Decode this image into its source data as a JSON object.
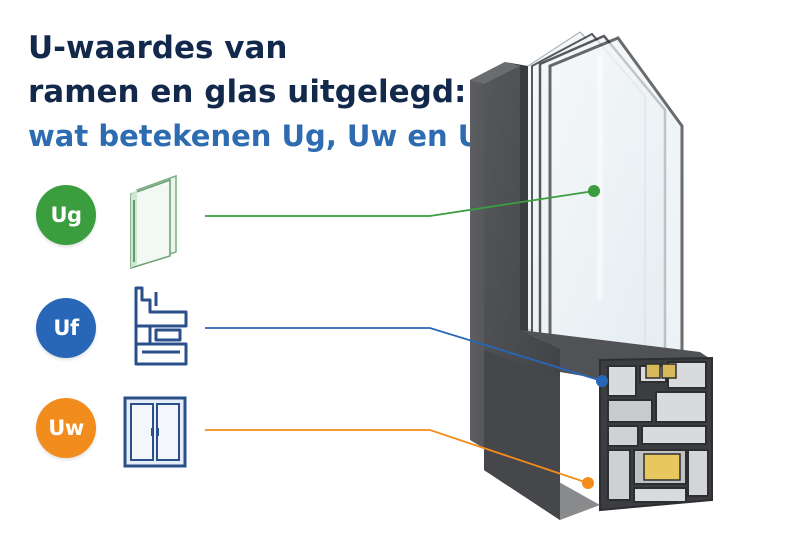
{
  "title": {
    "line1": "U-waardes van",
    "line2": "ramen en glas uitgelegd:",
    "line3": "wat betekenen Ug, Uw en Uf?"
  },
  "items": [
    {
      "label": "Ug",
      "icon": "glass-pane-icon",
      "color": "#3a9e3e"
    },
    {
      "label": "Uf",
      "icon": "frame-profile-icon",
      "color": "#2867b8"
    },
    {
      "label": "Uw",
      "icon": "window-icon",
      "color": "#f28c1c"
    }
  ],
  "colors": {
    "title": "#13294b",
    "subtitle": "#2e6cb2",
    "frame": "#4a4c50",
    "glass": "#eef3f6"
  }
}
